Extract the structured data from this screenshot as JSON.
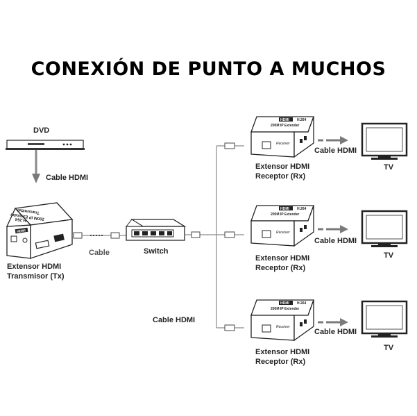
{
  "title": "CONEXIÓN DE PUNTO A MUCHOS",
  "devices": {
    "dvd": {
      "label": "DVD"
    },
    "transmitter": {
      "label_line1": "Extensor HDMI",
      "label_line2": "Transmisor (Tx)",
      "panel_text1": "Transmitter",
      "panel_text2": "200M IP Extender",
      "panel_text3": "H.264",
      "panel_logo": "HDMI"
    },
    "switch": {
      "label": "Switch"
    },
    "receivers": [
      {
        "label_line1": "Extensor HDMI",
        "label_line2": "Receptor (Rx)",
        "panel_logo": "HDMI",
        "panel_text1": "H.264",
        "panel_text2": "200M IP Extender",
        "panel_text3": "Receiver"
      },
      {
        "label_line1": "Extensor HDMI",
        "label_line2": "Receptor (Rx)",
        "panel_logo": "HDMI",
        "panel_text1": "H.264",
        "panel_text2": "200M IP Extender",
        "panel_text3": "Receiver"
      },
      {
        "label_line1": "Extensor HDMI",
        "label_line2": "Receptor (Rx)",
        "panel_logo": "HDMI",
        "panel_text1": "H.264",
        "panel_text2": "200M IP Extender",
        "panel_text3": "Receiver"
      }
    ],
    "tvs": [
      {
        "label": "TV"
      },
      {
        "label": "TV"
      },
      {
        "label": "TV"
      }
    ]
  },
  "connections": {
    "dvd_to_tx": "Cable HDMI",
    "tx_to_switch": "Cable",
    "switch_to_rx": "Cable HDMI",
    "rx_to_tv": [
      "Cable HDMI",
      "Cable HDMI",
      "Cable HDMI"
    ]
  },
  "colors": {
    "line": "#8a8a8a",
    "arrow": "#7a7a7a",
    "device_fill": "#ffffff",
    "device_stroke": "#222222"
  }
}
